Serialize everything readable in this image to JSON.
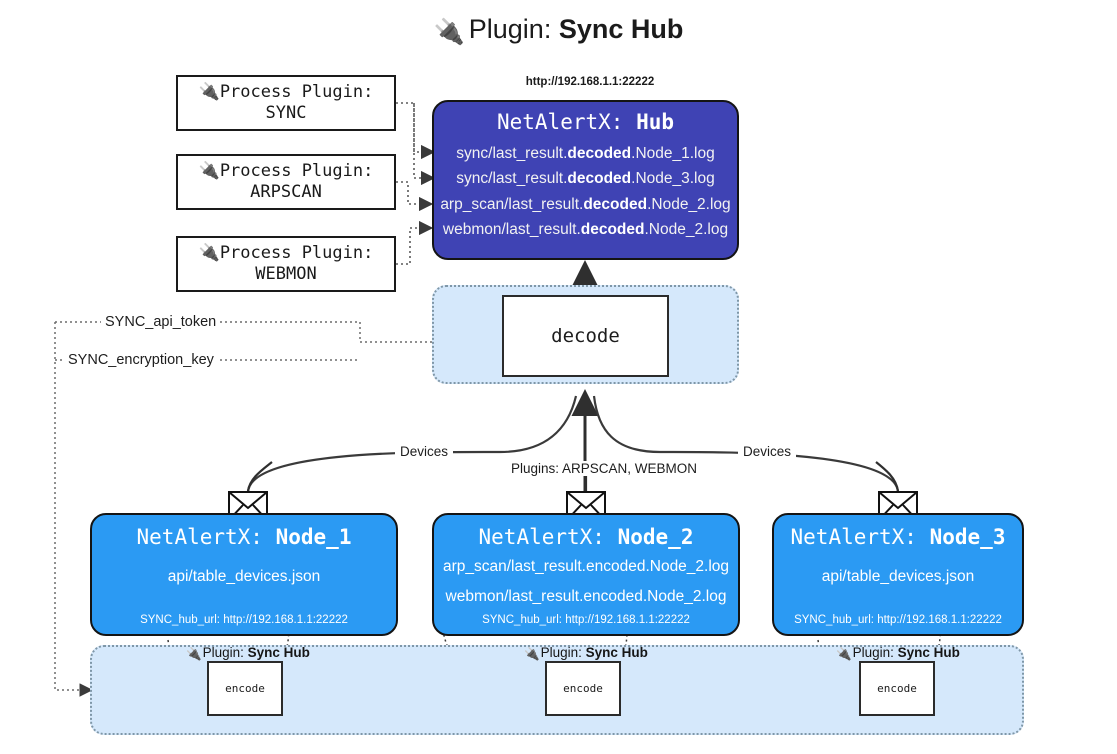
{
  "title": {
    "icon": "plug-icon",
    "prefix": "Plugin:",
    "name": "Sync Hub"
  },
  "process_plugins": [
    {
      "icon": "plug-icon",
      "line1": "Process Plugin:",
      "line2": "SYNC"
    },
    {
      "icon": "plug-icon",
      "line1": "Process Plugin:",
      "line2": "ARPSCAN"
    },
    {
      "icon": "plug-icon",
      "line1": "Process Plugin:",
      "line2": "WEBMON"
    }
  ],
  "hub": {
    "url": "http://192.168.1.1:22222",
    "title_prefix": "NetAlertX:",
    "title_name": "Hub",
    "color": "#3f43b4",
    "logs": [
      {
        "pre": "sync/last_result.",
        "bold": "decoded",
        "post": ".Node_1.log"
      },
      {
        "pre": "sync/last_result.",
        "bold": "decoded",
        "post": ".Node_3.log"
      },
      {
        "pre": "arp_scan/last_result.",
        "bold": "decoded",
        "post": ".Node_2.log"
      },
      {
        "pre": "webmon/last_result.",
        "bold": "decoded",
        "post": ".Node_2.log"
      }
    ]
  },
  "decode": {
    "label": "decode",
    "zone_color": "#d5e8fb"
  },
  "config_labels": {
    "api_token": "SYNC_api_token",
    "encryption_key": "SYNC_encryption_key"
  },
  "edge_labels": {
    "devices_left": "Devices",
    "devices_right": "Devices",
    "plugins_middle": "Plugins: ARPSCAN, WEBMON"
  },
  "nodes": [
    {
      "title_prefix": "NetAlertX:",
      "title_name": "Node_1",
      "color": "#2b9af3",
      "lines": [
        "api/table_devices.json"
      ],
      "hub_url": "SYNC_hub_url: http://192.168.1.1:22222",
      "envelope_icon": "envelope-icon"
    },
    {
      "title_prefix": "NetAlertX:",
      "title_name": "Node_2",
      "color": "#2b9af3",
      "lines": [
        "arp_scan/last_result.encoded.Node_2.log",
        "webmon/last_result.encoded.Node_2.log"
      ],
      "hub_url": "SYNC_hub_url: http://192.168.1.1:22222",
      "envelope_icon": "envelope-icon"
    },
    {
      "title_prefix": "NetAlertX:",
      "title_name": "Node_3",
      "color": "#2b9af3",
      "lines": [
        "api/table_devices.json"
      ],
      "hub_url": "SYNC_hub_url: http://192.168.1.1:22222",
      "envelope_icon": "envelope-icon"
    }
  ],
  "encoders": [
    {
      "caption_prefix": "Plugin:",
      "caption_name": "Sync Hub",
      "box_label": "encode",
      "icon": "plug-icon"
    },
    {
      "caption_prefix": "Plugin:",
      "caption_name": "Sync Hub",
      "box_label": "encode",
      "icon": "plug-icon"
    },
    {
      "caption_prefix": "Plugin:",
      "caption_name": "Sync Hub",
      "box_label": "encode",
      "icon": "plug-icon"
    }
  ]
}
